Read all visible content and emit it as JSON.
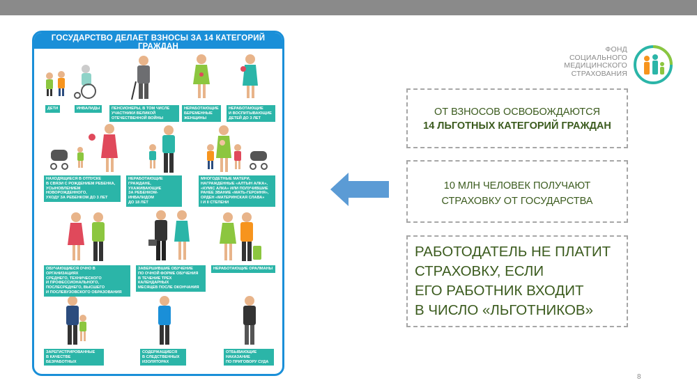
{
  "slide": {
    "page_number": "8"
  },
  "poster": {
    "title": "ГОСУДАРСТВО ДЕЛАЕТ ВЗНОСЫ ЗА 14 КАТЕГОРИЙ ГРАЖДАН",
    "categories": [
      {
        "lines": [
          "ДЕТИ"
        ]
      },
      {
        "lines": [
          "ИНВАЛИДЫ"
        ]
      },
      {
        "lines": [
          "ПЕНСИОНЕРЫ, В ТОМ ЧИСЛЕ",
          "УЧАСТНИКИ ВЕЛИКОЙ",
          "ОТЕЧЕСТВЕННОЙ ВОЙНЫ"
        ]
      },
      {
        "lines": [
          "НЕРАБОТАЮЩИЕ",
          "БЕРЕМЕННЫЕ",
          "ЖЕНЩИНЫ"
        ]
      },
      {
        "lines": [
          "НЕРАБОТАЮЩИЕ",
          "И ВОСПИТЫВАЮЩИЕ",
          "ДЕТЕЙ ДО 3 ЛЕТ"
        ]
      },
      {
        "lines": [
          "НАХОДЯЩИЕСЯ В ОТПУСКЕ",
          "В СВЯЗИ С РОЖДЕНИЕМ РЕБЕНКА,",
          "УСЫНОВЛЕНИЕМ НОВОРОЖДЕННОГО,",
          "УХОДУ ЗА РЕБЕНКОМ ДО 3 ЛЕТ"
        ]
      },
      {
        "lines": [
          "НЕРАБОТАЮЩИЕ ГРАЖДАНЕ,",
          "УХАЖИВАЮЩИЕ",
          "ЗА РЕБЕНКОМ-ИНВАЛИДОМ",
          "ДО 18 ЛЕТ"
        ]
      },
      {
        "lines": [
          "МНОГОДЕТНЫЕ МАТЕРИ,",
          "НАГРАЖДЕННЫЕ «АЛТЫН АЛКА»,",
          "«КУМІС АЛКА» ИЛИ ПОЛУЧИВШИЕ",
          "РАНЕЕ ЗВАНИЕ «МАТЬ-ГЕРОИНЯ»,",
          "ОРДЕН «МАТЕРИНСКАЯ СЛАВА»",
          "I И II СТЕПЕНИ"
        ]
      },
      {
        "lines": [
          "ОБУЧАЮЩИЕСЯ ОЧНО В ОРГАНИЗАЦИЯХ",
          "СРЕДНЕГО, ТЕХНИЧЕСКОГО",
          "И ПРОФЕССИОНАЛЬНОГО,",
          "ПОСЛЕСРЕДНЕГО, ВЫСШЕГО",
          "И ПОСЛЕВУЗОВСКОГО ОБРАЗОВАНИЯ"
        ]
      },
      {
        "lines": [
          "ЗАВЕРШИВШИЕ ОБУЧЕНИЕ",
          "ПО ОЧНОЙ ФОРМЕ ОБУЧЕНИЯ",
          "В ТЕЧЕНИЕ ТРЕХ КАЛЕНДАРНЫХ",
          "МЕСЯЦЕВ ПОСЛЕ ОКОНЧАНИЯ"
        ]
      },
      {
        "lines": [
          "НЕРАБОТАЮЩИЕ ОРАЛМАНЫ"
        ]
      },
      {
        "lines": [
          "ЗАРЕГИСТРИРОВАННЫЕ",
          "В КАЧЕСТВЕ БЕЗРАБОТНЫХ"
        ]
      },
      {
        "lines": [
          "СОДЕРЖАЩИЕСЯ",
          "В СЛЕДСТВЕННЫХ",
          "ИЗОЛЯТОРАХ"
        ]
      },
      {
        "lines": [
          "ОТБЫВАЮЩИЕ",
          "НАКАЗАНИЕ",
          "ПО ПРИГОВОРУ СУДА"
        ]
      }
    ]
  },
  "logo": {
    "lines": [
      "ФОНД",
      "СОЦИАЛЬНОГО",
      "МЕДИЦИНСКОГО",
      "СТРАХОВАНИЯ"
    ]
  },
  "info_boxes": {
    "box1": {
      "line1": "ОТ ВЗНОСОВ ОСВОБОЖДАЮТСЯ",
      "line2": "14 ЛЬГОТНЫХ КАТЕГОРИЙ ГРАЖДАН"
    },
    "box2": {
      "line1": "10 МЛН ЧЕЛОВЕК ПОЛУЧАЮТ",
      "line2": "СТРАХОВКУ ОТ ГОСУДАРСТВА"
    },
    "box3": {
      "line1": "РАБОТОДАТЕЛЬ НЕ ПЛАТИТ",
      "line2": "СТРАХОВКУ, ЕСЛИ",
      "line3": "ЕГО РАБОТНИК ВХОДИТ",
      "line4": "В ЧИСЛО «ЛЬГОТНИКОВ»"
    }
  },
  "colors": {
    "accent_blue": "#1a8fd8",
    "label_teal": "#2bb5a8",
    "text_green": "#3b5b1e",
    "arrow_blue": "#5b9bd5"
  }
}
